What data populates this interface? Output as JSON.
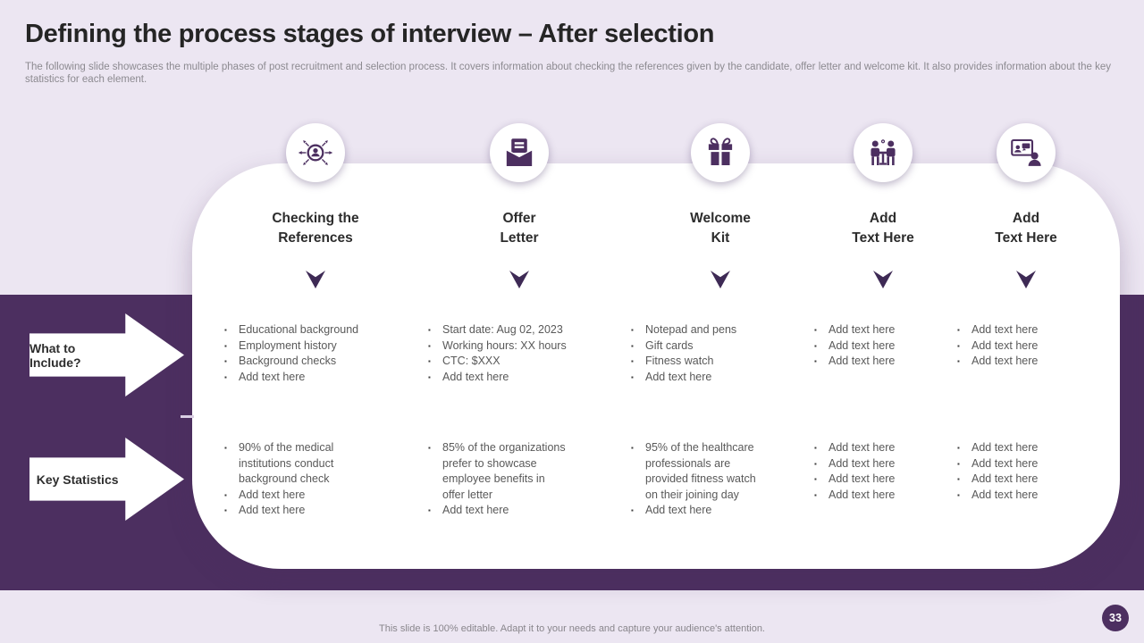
{
  "slide": {
    "title": "Defining the process stages of interview – After selection",
    "subtitle": "The following slide showcases the multiple phases of post recruitment and selection process. It covers information about checking the references given by the candidate, offer letter and welcome kit. It also provides information about the key statistics for each element.",
    "footer": "This slide is 100% editable. Adapt it to your needs and capture your audience's attention.",
    "page_number": "33"
  },
  "colors": {
    "accent": "#4C2F60",
    "background": "#ECE6F2",
    "panel": "#FFFFFF"
  },
  "rows": {
    "include_label": "What to Include?",
    "stats_label": "Key Statistics"
  },
  "columns": [
    {
      "icon": "person-network-icon",
      "title": "Checking the\nReferences",
      "include": [
        "Educational background",
        "Employment history",
        "Background checks",
        "Add text here"
      ],
      "stats": [
        "90% of the medical\ninstitutions conduct\nbackground check",
        "Add text here",
        "Add text here"
      ]
    },
    {
      "icon": "offer-letter-icon",
      "title": "Offer\nLetter",
      "include": [
        "Start date: Aug 02, 2023",
        "Working hours: XX hours",
        "CTC: $XXX",
        "Add text here"
      ],
      "stats": [
        "85% of the organizations\nprefer to showcase\nemployee benefits in\noffer letter",
        "Add text here"
      ]
    },
    {
      "icon": "gift-icon",
      "title": "Welcome\nKit",
      "include": [
        "Notepad and pens",
        "Gift cards",
        "Fitness watch",
        "Add text here"
      ],
      "stats": [
        "95% of the healthcare\nprofessionals are\nprovided fitness watch\non their joining day",
        "Add text here"
      ]
    },
    {
      "icon": "interview-table-icon",
      "title": "Add\nText Here",
      "include": [
        "Add text here",
        "Add text here",
        "Add text here"
      ],
      "stats": [
        "Add text here",
        "Add text here",
        "Add text here",
        "Add text here"
      ]
    },
    {
      "icon": "video-interview-icon",
      "title": "Add\nText Here",
      "include": [
        "Add text here",
        "Add text here",
        "Add text here"
      ],
      "stats": [
        "Add text here",
        "Add text here",
        "Add text here",
        "Add text here"
      ]
    }
  ]
}
